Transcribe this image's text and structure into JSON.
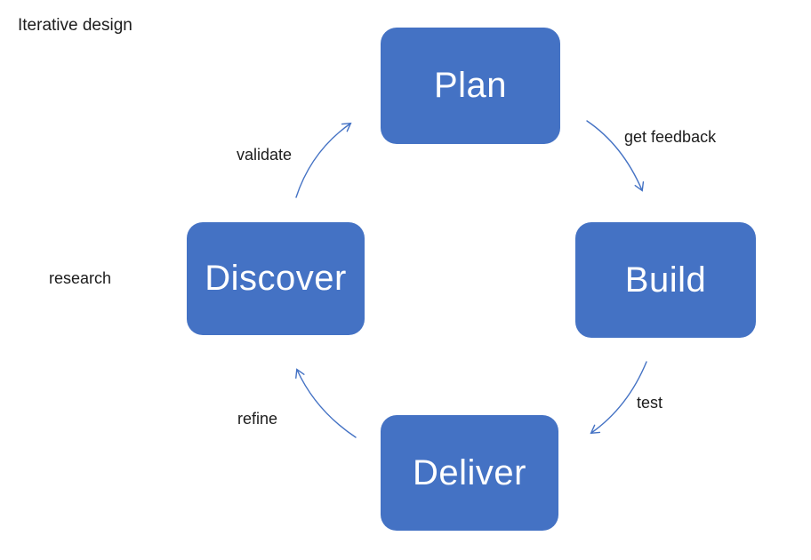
{
  "title": "Iterative design",
  "nodes": {
    "plan": {
      "label": "Plan"
    },
    "build": {
      "label": "Build"
    },
    "deliver": {
      "label": "Deliver"
    },
    "discover": {
      "label": "Discover"
    }
  },
  "arrow_labels": {
    "validate": "validate",
    "get_feedback": "get feedback",
    "test": "test",
    "refine": "refine",
    "research": "research"
  },
  "flow": [
    {
      "from": "Discover",
      "to": "Plan",
      "label": "validate"
    },
    {
      "from": "Plan",
      "to": "Build",
      "label": "get feedback"
    },
    {
      "from": "Build",
      "to": "Deliver",
      "label": "test"
    },
    {
      "from": "Deliver",
      "to": "Discover",
      "label": "refine"
    }
  ],
  "colors": {
    "node_fill": "#4472C4",
    "node_text": "#FFFFFF",
    "arrow_stroke": "#4472C4",
    "label_text": "#1C1C1C",
    "background": "#FFFFFF"
  }
}
